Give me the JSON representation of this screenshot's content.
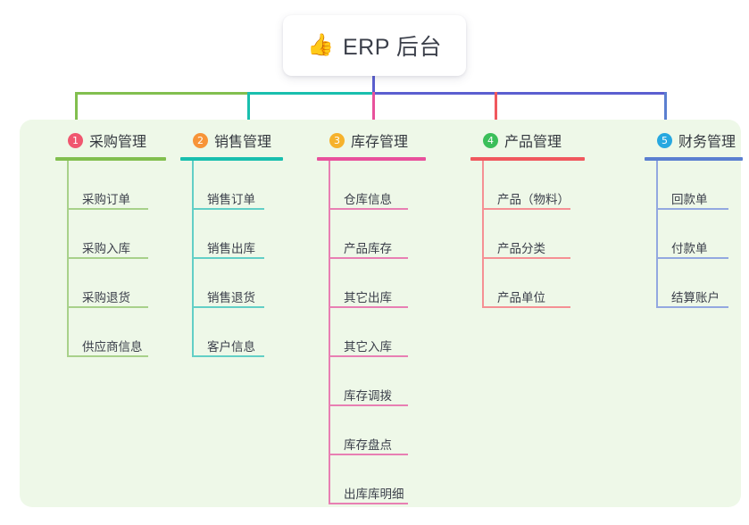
{
  "root": {
    "icon": "thumbs-up-icon",
    "icon_glyph": "👍",
    "title": "ERP 后台"
  },
  "colors": {
    "panel_bg": "#eef8e8",
    "page_bg": "#ffffff",
    "bus_green": "#82bf4f",
    "bus_teal": "#19bfae",
    "bus_purple": "#5b5fd0",
    "text": "#3b3f4a"
  },
  "columns": [
    {
      "index": "1",
      "badge_color": "#f0576f",
      "title": "采购管理",
      "rule_color": "#82bf4f",
      "leaf_rule_color": "#a8d18a",
      "spine_color": "#a8d18a",
      "stub_color": "#82bf4f",
      "items": [
        {
          "label": "采购订单"
        },
        {
          "label": "采购入库"
        },
        {
          "label": "采购退货"
        },
        {
          "label": "供应商信息"
        }
      ]
    },
    {
      "index": "2",
      "badge_color": "#f79438",
      "title": "销售管理",
      "rule_color": "#19bfae",
      "leaf_rule_color": "#62cfc6",
      "spine_color": "#62cfc6",
      "stub_color": "#19bfae",
      "items": [
        {
          "label": "销售订单"
        },
        {
          "label": "销售出库"
        },
        {
          "label": "销售退货"
        },
        {
          "label": "客户信息"
        }
      ]
    },
    {
      "index": "3",
      "badge_color": "#f6b22c",
      "title": "库存管理",
      "rule_color": "#e8519c",
      "leaf_rule_color": "#e87fb3",
      "spine_color": "#e87fb3",
      "stub_color": "#e8519c",
      "items": [
        {
          "label": "仓库信息"
        },
        {
          "label": "产品库存"
        },
        {
          "label": "其它出库"
        },
        {
          "label": "其它入库"
        },
        {
          "label": "库存调拨"
        },
        {
          "label": "库存盘点"
        },
        {
          "label": "出库库明细"
        }
      ]
    },
    {
      "index": "4",
      "badge_color": "#3bbf5a",
      "title": "产品管理",
      "rule_color": "#f0585e",
      "leaf_rule_color": "#f59094",
      "spine_color": "#f59094",
      "stub_color": "#f0585e",
      "items": [
        {
          "label": "产品（物料）"
        },
        {
          "label": "产品分类"
        },
        {
          "label": "产品单位"
        }
      ]
    },
    {
      "index": "5",
      "badge_color": "#27a8e0",
      "title": "财务管理",
      "rule_color": "#5b7fd0",
      "leaf_rule_color": "#93a8e0",
      "spine_color": "#93a8e0",
      "stub_color": "#5b7fd0",
      "items": [
        {
          "label": "回款单"
        },
        {
          "label": "付款单"
        },
        {
          "label": "结算账户"
        }
      ]
    }
  ]
}
